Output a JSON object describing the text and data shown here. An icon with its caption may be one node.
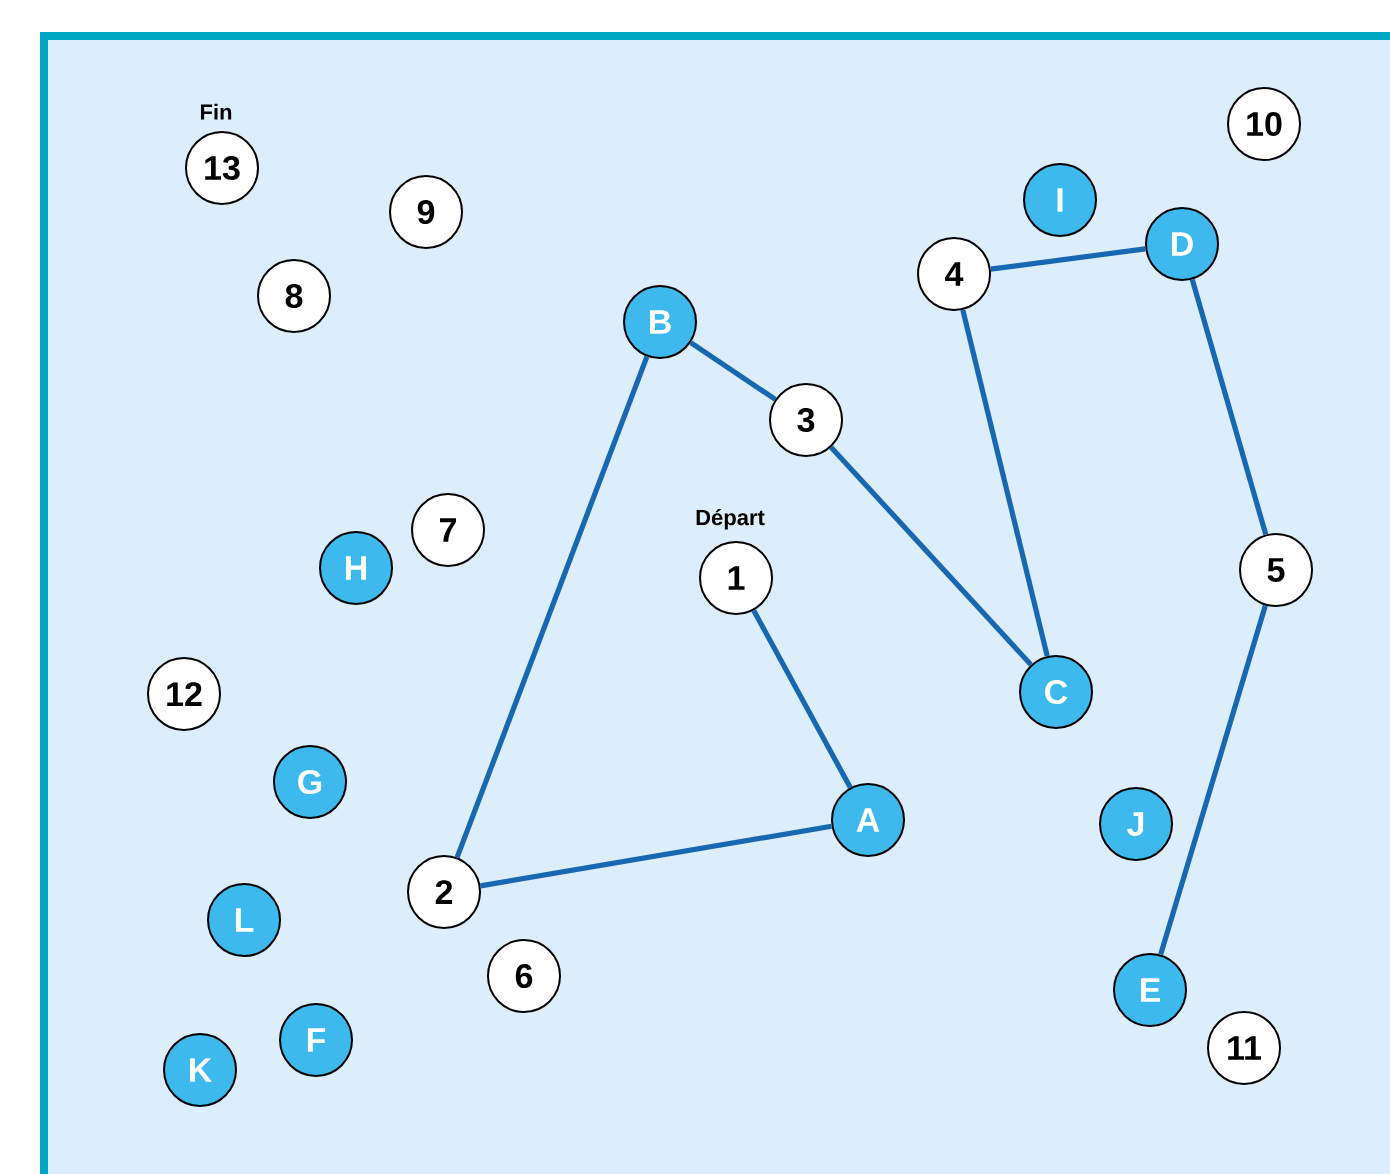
{
  "diagram": {
    "nodes": [
      {
        "text": [
          "13"
        ],
        "beside": [
          "Fin"
        ]
      },
      {
        "text": [
          "10"
        ]
      },
      {
        "text": [
          "9"
        ]
      },
      {
        "text": [
          "I"
        ]
      },
      {
        "text": [
          "D"
        ]
      },
      {
        "text": [
          "4"
        ]
      },
      {
        "text": [
          "8"
        ]
      },
      {
        "text": [
          "B"
        ]
      },
      {
        "text": [
          "3"
        ]
      },
      {
        "text": [
          "7"
        ]
      },
      {
        "text": [
          "H"
        ]
      },
      {
        "text": [
          "1"
        ],
        "beside": [
          "Départ"
        ]
      },
      {
        "text": [
          "5"
        ]
      },
      {
        "text": [
          "C"
        ]
      },
      {
        "text": [
          "12"
        ]
      },
      {
        "text": [
          "G"
        ]
      },
      {
        "text": [
          "A"
        ]
      },
      {
        "text": [
          "J"
        ]
      },
      {
        "text": [
          "2"
        ]
      },
      {
        "text": [
          "L"
        ]
      },
      {
        "text": [
          "6"
        ]
      },
      {
        "text": [
          "E"
        ]
      },
      {
        "text": [
          "F"
        ]
      },
      {
        "text": [
          "11"
        ]
      },
      {
        "text": [
          "K"
        ]
      }
    ],
    "edges": [
      {
        "from": 11,
        "to": 16,
        "arrow": "none"
      },
      {
        "from": 16,
        "to": 18,
        "arrow": "none"
      },
      {
        "from": 18,
        "to": 7,
        "arrow": "none"
      },
      {
        "from": 7,
        "to": 8,
        "arrow": "none"
      },
      {
        "from": 8,
        "to": 13,
        "arrow": "none"
      },
      {
        "from": 13,
        "to": 5,
        "arrow": "none"
      },
      {
        "from": 5,
        "to": 4,
        "arrow": "none"
      },
      {
        "from": 4,
        "to": 12,
        "arrow": "none"
      },
      {
        "from": 12,
        "to": 21,
        "arrow": "none"
      }
    ]
  }
}
